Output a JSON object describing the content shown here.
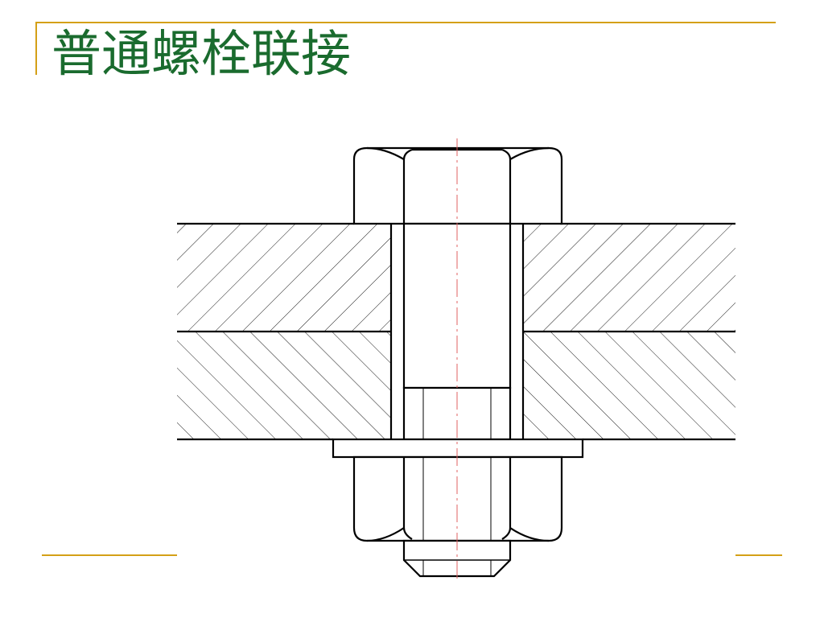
{
  "slide": {
    "title": "普通螺栓联接"
  },
  "colors": {
    "title": "#1a6b2e",
    "accent_rule": "#d4a017",
    "drawing_line": "#000000",
    "center_line": "#e06060",
    "background": "#ffffff"
  },
  "diagram": {
    "parts": [
      "upper-plate",
      "lower-plate",
      "bolt-head",
      "bolt-shank",
      "washer",
      "hex-nut",
      "bolt-tail"
    ],
    "section_hatch": true,
    "center_line": "dash-dot"
  }
}
